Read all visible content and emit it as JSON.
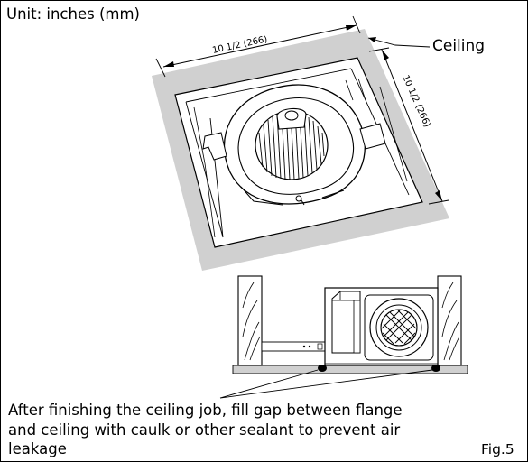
{
  "unit_label": "Unit: inches (mm)",
  "ceiling_label": "Ceiling",
  "dimension_width": "10 1/2 (266)",
  "dimension_depth": "10 1/2 (266)",
  "caption_lines": [
    "After finishing the ceiling job, fill gap between flange",
    "and ceiling with caulk or other sealant to prevent air",
    "leakage"
  ],
  "figure_label": "Fig.5",
  "colors": {
    "line": "#000000",
    "ceiling_gray": "#d0d0d0",
    "background": "#ffffff"
  }
}
